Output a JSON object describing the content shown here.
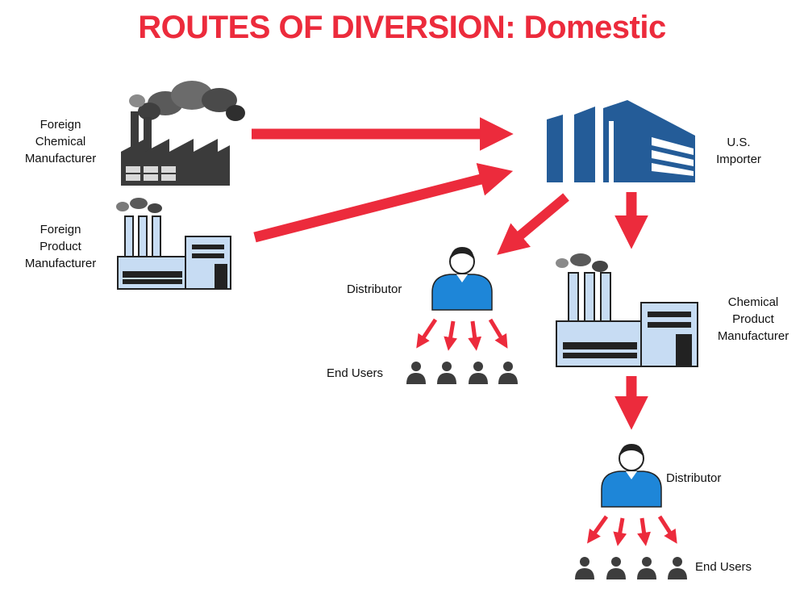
{
  "title": "ROUTES OF DIVERSION: Domestic",
  "nodes": {
    "foreign_chemical_manufacturer": [
      "Foreign",
      "Chemical",
      "Manufacturer"
    ],
    "foreign_product_manufacturer": [
      "Foreign",
      "Product",
      "Manufacturer"
    ],
    "us_importer": [
      "U.S.",
      "Importer"
    ],
    "distributor_1": "Distributor",
    "end_users_1": "End Users",
    "chemical_product_manufacturer": [
      "Chemical",
      "Product",
      "Manufacturer"
    ],
    "distributor_2": "Distributor",
    "end_users_2": "End Users"
  },
  "edges": [
    {
      "from": "Foreign Chemical Manufacturer",
      "to": "U.S. Importer"
    },
    {
      "from": "Foreign Product Manufacturer",
      "to": "U.S. Importer"
    },
    {
      "from": "U.S. Importer",
      "to": "Distributor"
    },
    {
      "from": "U.S. Importer",
      "to": "Chemical Product Manufacturer"
    },
    {
      "from": "Distributor",
      "to": "End Users"
    },
    {
      "from": "Chemical Product Manufacturer",
      "to": "Distributor"
    },
    {
      "from": "Distributor",
      "to": "End Users"
    }
  ],
  "colors": {
    "arrow": "#ec2b3c",
    "building_blue": "#245c98",
    "person_blue": "#1e86d8",
    "factory_dark": "#3b3b3b",
    "factory_light_blue": "#c7dcf3"
  }
}
